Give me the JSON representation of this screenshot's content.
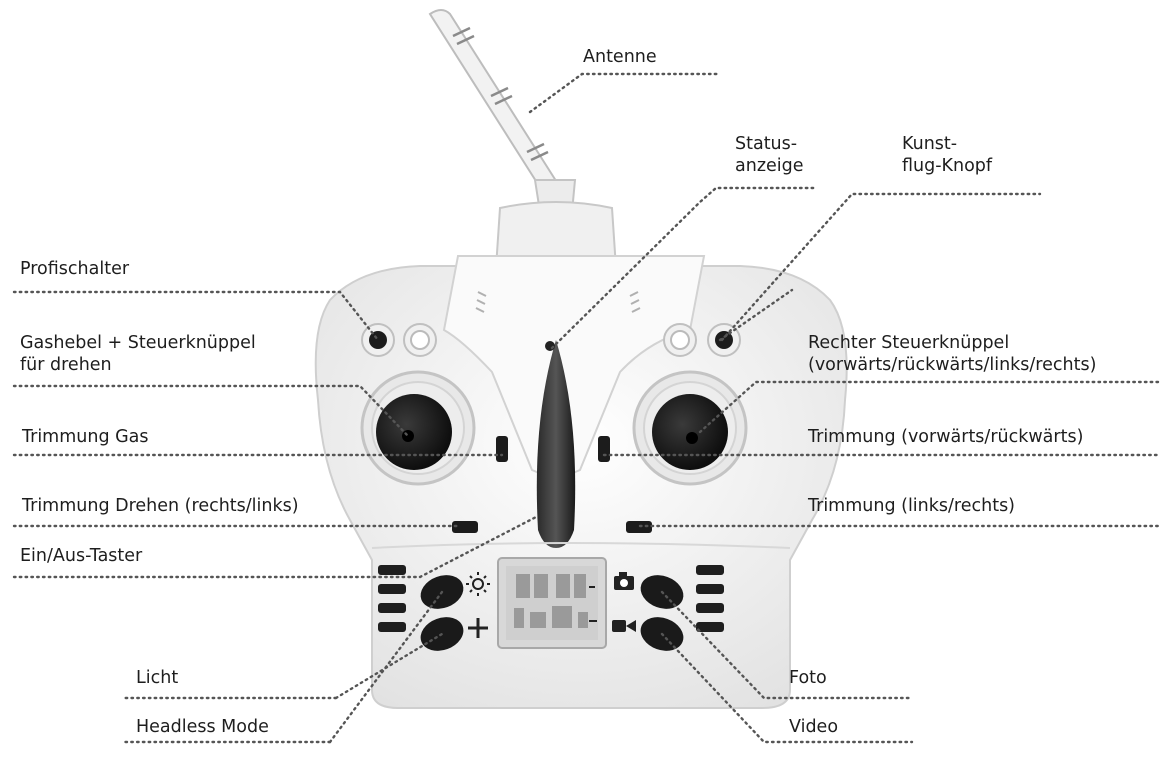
{
  "labels": {
    "antenne": "Antenne",
    "statusanzeige": "Status-\nanzeige",
    "kunstflug_knopf": "Kunst-\nflug-Knopf",
    "profischalter": "Profischalter",
    "gashebel": "Gashebel + Steuerknüppel\nfür drehen",
    "rechter_steuerknueppel": "Rechter Steuerknüppel\n(vorwärts/rückwärts/links/rechts)",
    "trimmung_gas": "Trimmung Gas",
    "trimmung_vorwaerts": "Trimmung (vorwärts/rückwärts)",
    "trimmung_drehen": "Trimmung Drehen (rechts/links)",
    "trimmung_links_rechts": "Trimmung (links/rechts)",
    "ein_aus_taster": "Ein/Aus-Taster",
    "licht": "Licht",
    "foto": "Foto",
    "headless_mode": "Headless Mode",
    "video": "Video"
  },
  "colors": {
    "body": "#f4f4f4",
    "outline": "#cfcfcf",
    "dark": "#1c1c1c",
    "leader": "#555555",
    "screen": "#d9d9d9"
  },
  "icons": [
    "antenna",
    "toggle-switch",
    "joystick",
    "trim-switch",
    "status-led",
    "light-icon",
    "plus-icon",
    "camera-icon",
    "video-icon",
    "lcd-screen"
  ]
}
